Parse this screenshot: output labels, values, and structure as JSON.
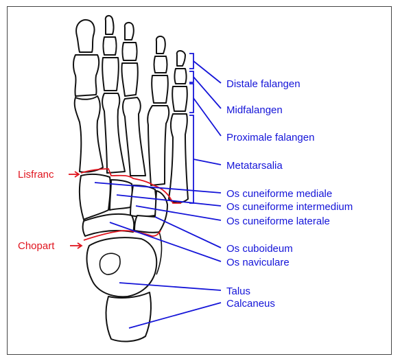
{
  "labels": {
    "distale_falangen": "Distale falangen",
    "midfalangen": "Midfalangen",
    "proximale_falangen": "Proximale falangen",
    "metatarsalia": "Metatarsalia",
    "os_cuneiforme_mediale": "Os cuneiforme mediale",
    "os_cuneiforme_intermedium": "Os cuneiforme intermedium",
    "os_cuneiforme_laterale": "Os cuneiforme laterale",
    "os_cuboideum": "Os cuboideum",
    "os_naviculare": "Os naviculare",
    "talus": "Talus",
    "calcaneus": "Calcaneus",
    "lisfranc": "Lisfranc",
    "chopart": "Chopart"
  },
  "colors": {
    "label_blue": "#1414d8",
    "joint_red": "#e0141e",
    "outline": "#111111"
  }
}
